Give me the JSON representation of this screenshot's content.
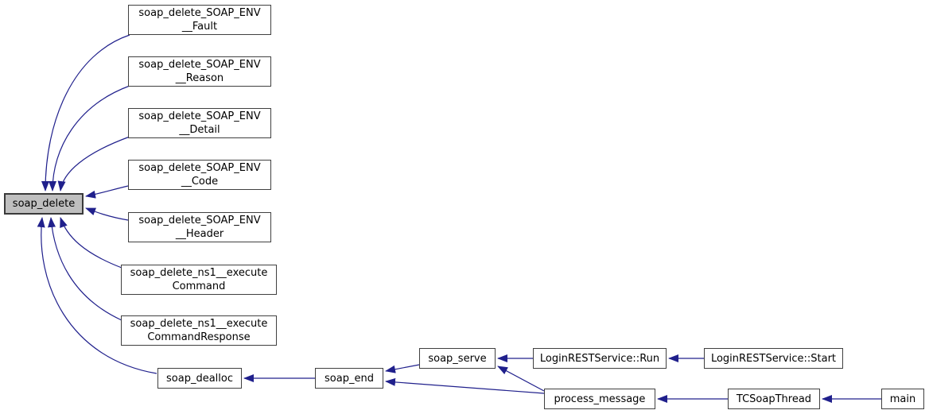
{
  "colors": {
    "background": "#ffffff",
    "edge": "#20208c",
    "node_fill": "#ffffff",
    "node_border": "#404040",
    "highlight_fill": "#bfbfbf",
    "highlight_border": "#3a3a3a",
    "text": "#000000"
  },
  "nodes": [
    {
      "id": "soap_delete",
      "lines": [
        "soap_delete"
      ],
      "highlighted": true
    },
    {
      "id": "soap_delete_SOAP_ENV__Fault",
      "lines": [
        "soap_delete_SOAP_ENV",
        "__Fault"
      ]
    },
    {
      "id": "soap_delete_SOAP_ENV__Reason",
      "lines": [
        "soap_delete_SOAP_ENV",
        "__Reason"
      ]
    },
    {
      "id": "soap_delete_SOAP_ENV__Detail",
      "lines": [
        "soap_delete_SOAP_ENV",
        "__Detail"
      ]
    },
    {
      "id": "soap_delete_SOAP_ENV__Code",
      "lines": [
        "soap_delete_SOAP_ENV",
        "__Code"
      ]
    },
    {
      "id": "soap_delete_SOAP_ENV__Header",
      "lines": [
        "soap_delete_SOAP_ENV",
        "__Header"
      ]
    },
    {
      "id": "soap_delete_ns1__executeCommand",
      "lines": [
        "soap_delete_ns1__execute",
        "Command"
      ]
    },
    {
      "id": "soap_delete_ns1__executeCommandResponse",
      "lines": [
        "soap_delete_ns1__execute",
        "CommandResponse"
      ]
    },
    {
      "id": "soap_dealloc",
      "lines": [
        "soap_dealloc"
      ]
    },
    {
      "id": "soap_end",
      "lines": [
        "soap_end"
      ]
    },
    {
      "id": "soap_serve",
      "lines": [
        "soap_serve"
      ]
    },
    {
      "id": "LoginRESTService::Run",
      "lines": [
        "LoginRESTService::Run"
      ]
    },
    {
      "id": "LoginRESTService::Start",
      "lines": [
        "LoginRESTService::Start"
      ]
    },
    {
      "id": "process_message",
      "lines": [
        "process_message"
      ]
    },
    {
      "id": "TCSoapThread",
      "lines": [
        "TCSoapThread"
      ]
    },
    {
      "id": "main",
      "lines": [
        "main"
      ]
    }
  ],
  "edges": [
    {
      "from": "soap_delete_SOAP_ENV__Fault",
      "to": "soap_delete"
    },
    {
      "from": "soap_delete_SOAP_ENV__Reason",
      "to": "soap_delete"
    },
    {
      "from": "soap_delete_SOAP_ENV__Detail",
      "to": "soap_delete"
    },
    {
      "from": "soap_delete_SOAP_ENV__Code",
      "to": "soap_delete"
    },
    {
      "from": "soap_delete_SOAP_ENV__Header",
      "to": "soap_delete"
    },
    {
      "from": "soap_delete_ns1__executeCommand",
      "to": "soap_delete"
    },
    {
      "from": "soap_delete_ns1__executeCommandResponse",
      "to": "soap_delete"
    },
    {
      "from": "soap_dealloc",
      "to": "soap_delete"
    },
    {
      "from": "soap_end",
      "to": "soap_dealloc"
    },
    {
      "from": "soap_serve",
      "to": "soap_end"
    },
    {
      "from": "process_message",
      "to": "soap_end"
    },
    {
      "from": "process_message",
      "to": "soap_serve"
    },
    {
      "from": "LoginRESTService::Run",
      "to": "soap_serve"
    },
    {
      "from": "LoginRESTService::Start",
      "to": "LoginRESTService::Run"
    },
    {
      "from": "TCSoapThread",
      "to": "process_message"
    },
    {
      "from": "main",
      "to": "TCSoapThread"
    }
  ]
}
